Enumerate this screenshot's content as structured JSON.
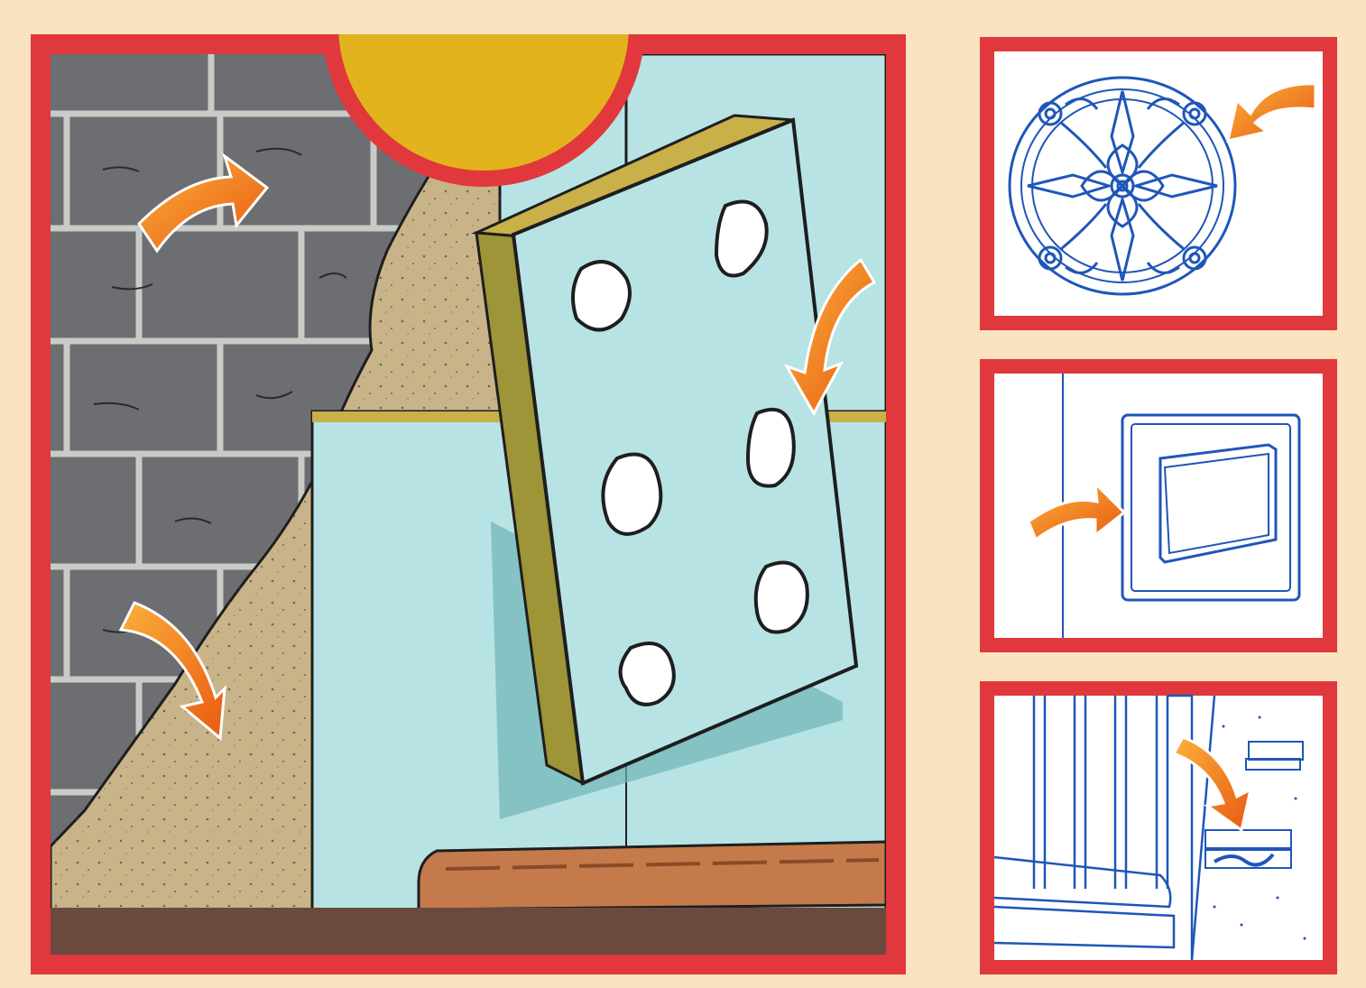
{
  "illustration": {
    "main_panel": {
      "badge_color": "#e2b31c",
      "frame_color": "#e0383c",
      "elements": [
        "brick-wall",
        "plaster-layer",
        "insulation-board",
        "adhesive-dabs",
        "installed-boards",
        "skirting-board",
        "arrows"
      ]
    },
    "side_panels": [
      {
        "subject": "ceiling-rose",
        "line_color": "#1f56b8"
      },
      {
        "subject": "light-switch",
        "line_color": "#1f56b8"
      },
      {
        "subject": "panelled-wall-with-batten",
        "line_color": "#1f56b8"
      }
    ],
    "colors": {
      "background": "#fbe3c2",
      "frame": "#e0383c",
      "brick": "#6c6e72",
      "plaster": "#c9b48a",
      "board": "#b8e3e4",
      "board_edge": "#9e9438",
      "skirting": "#c47a4a",
      "floor": "#6a4a3e",
      "arrow": "#f07a1a"
    }
  }
}
